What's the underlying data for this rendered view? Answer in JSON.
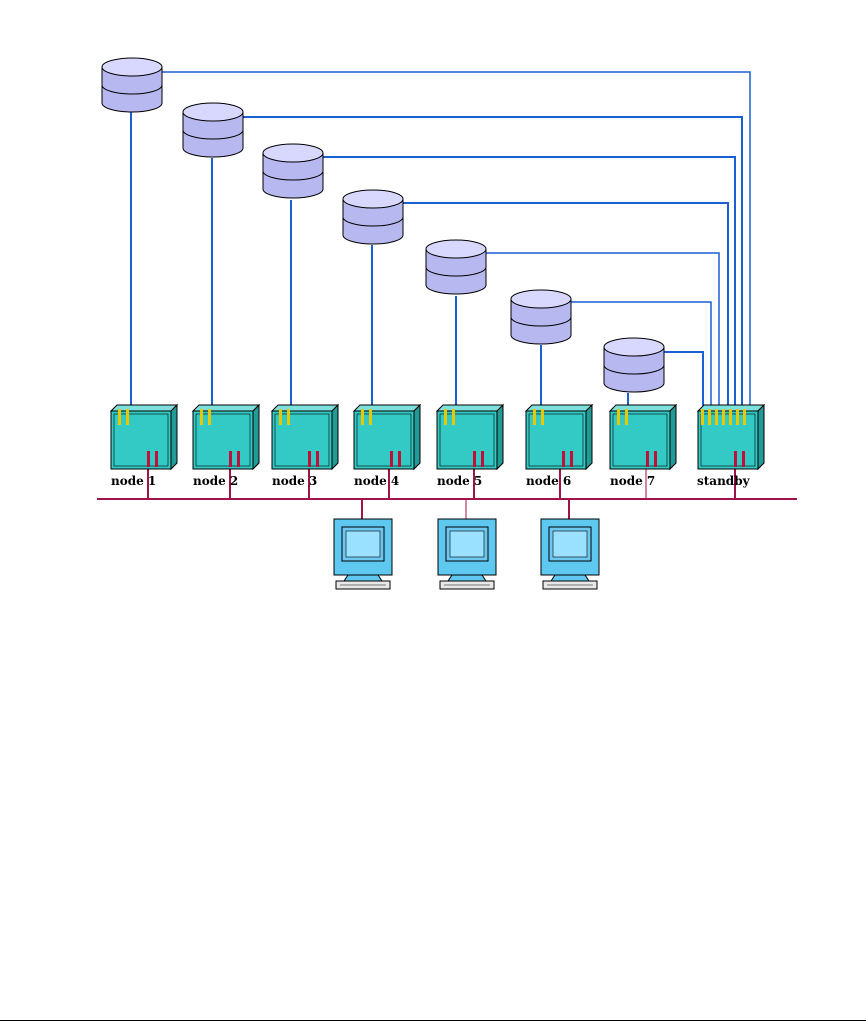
{
  "diagram": {
    "node_labels": [
      "node 1",
      "node 2",
      "node 3",
      "node 4",
      "node 5",
      "node 6",
      "node 7"
    ],
    "standby_label": "standby",
    "disk_count": 7,
    "workstation_count": 3
  },
  "colors": {
    "storage_link": "#1a5fd6",
    "lan_bus": "#a0124a",
    "server_body": "#33c9c4",
    "server_outline": "#000000",
    "disk_fill": "#b8b8f0",
    "disk_port": "#e8c800",
    "monitor_screen": "#6cc8f0"
  }
}
